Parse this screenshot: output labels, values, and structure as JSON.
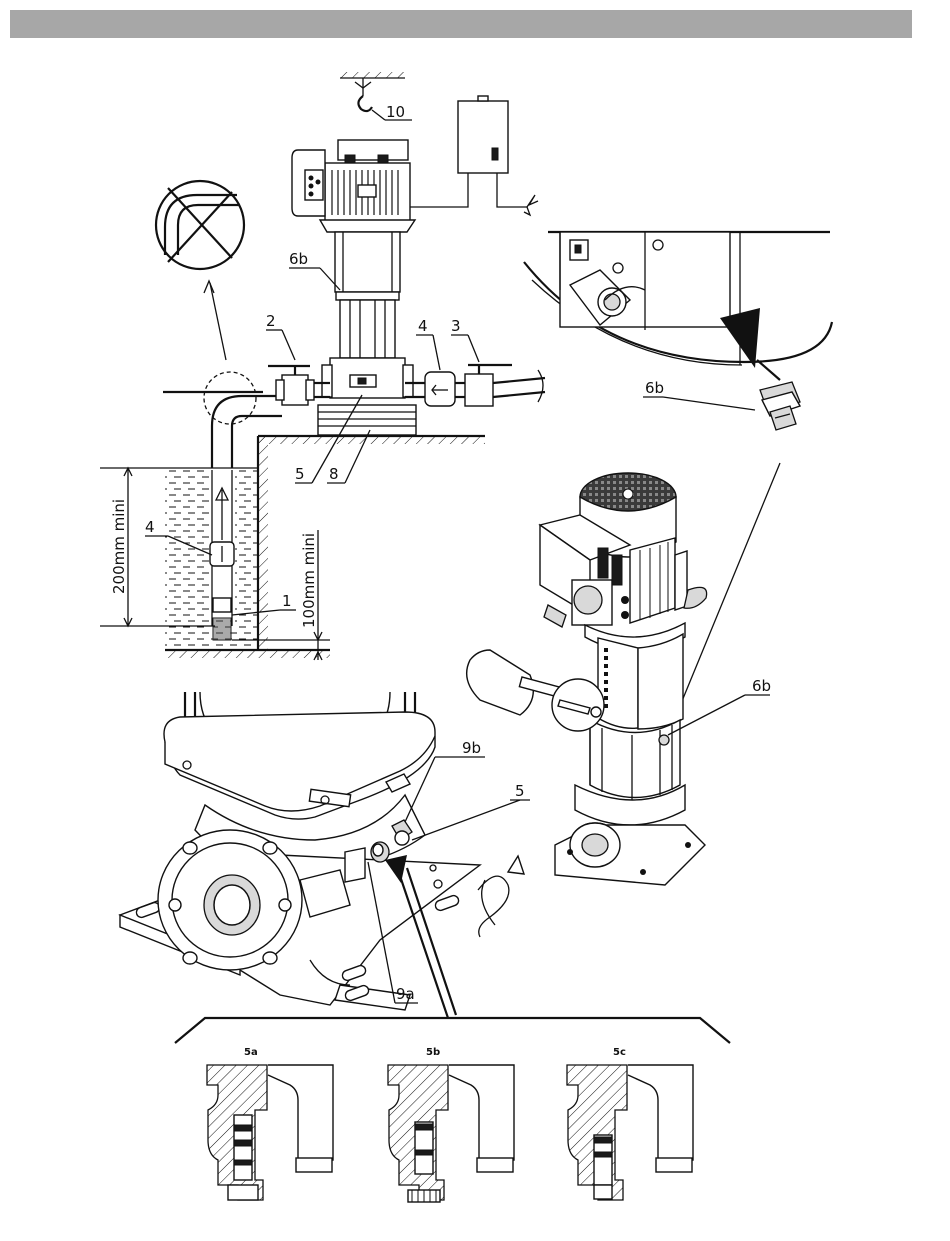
{
  "header_bar": {
    "color": "#a7a7a7"
  },
  "labels": {
    "hook": "10",
    "suction_hose": "1",
    "valve_suction": "2",
    "valve_discharge": "3",
    "check_valve_top": "4",
    "check_valve_bottom": "4",
    "drain_plug_top": "6b",
    "drain_plug_detail": "6b",
    "drain_plug_pump": "6b",
    "fill_plug": "5",
    "fill_plug_bottom": "5",
    "base": "8",
    "plug_9a": "9a",
    "plug_9b": "9b",
    "dim_200": "200mm mini",
    "dim_100": "100mm mini"
  },
  "detail_panels": [
    "5a",
    "5b",
    "5c"
  ],
  "icons": {
    "hook": "hook-icon",
    "electric": "lightning-icon",
    "prohibited": "prohibited-bend-icon",
    "rotation": "rotation-arrow-icon"
  }
}
